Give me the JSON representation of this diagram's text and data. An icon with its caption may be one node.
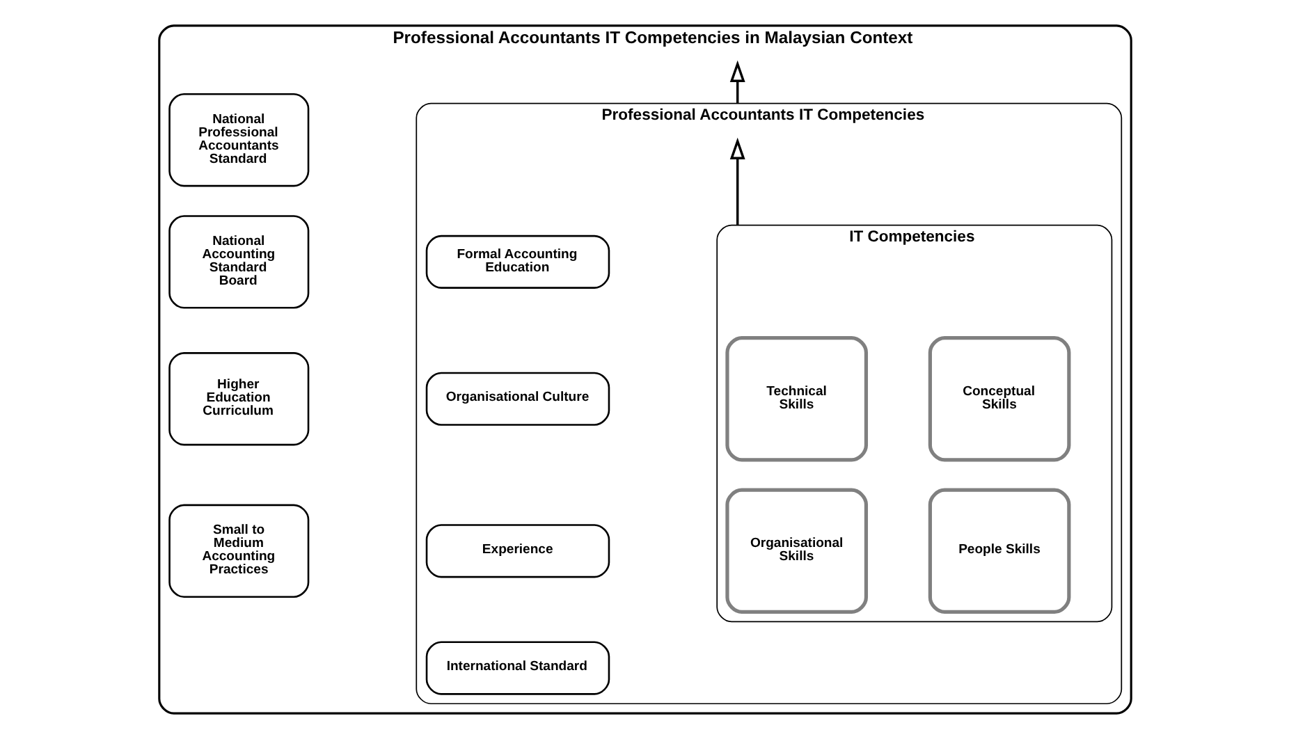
{
  "diagram": {
    "nodes": [
      {
        "text": [
          "Professional Accountants IT Competencies in Malaysian Context"
        ]
      },
      {
        "text": [
          "National Professional Accountants Standard"
        ],
        "in": 0
      },
      {
        "text": [
          "National Accounting Standard Board"
        ],
        "in": 0
      },
      {
        "text": [
          "Higher Education Curriculum"
        ],
        "in": 0
      },
      {
        "text": [
          "Small to Medium Accounting Practices"
        ],
        "in": 0
      },
      {
        "text": [
          "Professional Accountants IT Competencies"
        ],
        "in": 0
      },
      {
        "text": [
          "Formal Accounting Education"
        ],
        "in": 5
      },
      {
        "text": [
          "Organisational Culture"
        ],
        "in": 5
      },
      {
        "text": [
          "Experience"
        ],
        "in": 5
      },
      {
        "text": [
          "International Standard"
        ],
        "in": 5
      },
      {
        "text": [
          "IT Competencies"
        ],
        "in": 5
      },
      {
        "text": [
          "Technical Skills"
        ],
        "in": 10
      },
      {
        "text": [
          "Conceptual Skills"
        ],
        "in": 10
      },
      {
        "text": [
          "Organisational Skills"
        ],
        "in": 10
      },
      {
        "text": [
          "People Skills"
        ],
        "in": 10
      }
    ],
    "edges": [
      {
        "from": 10,
        "to": 5,
        "arrow": "to"
      },
      {
        "from": 5,
        "to": 0,
        "arrow": "to"
      }
    ]
  }
}
